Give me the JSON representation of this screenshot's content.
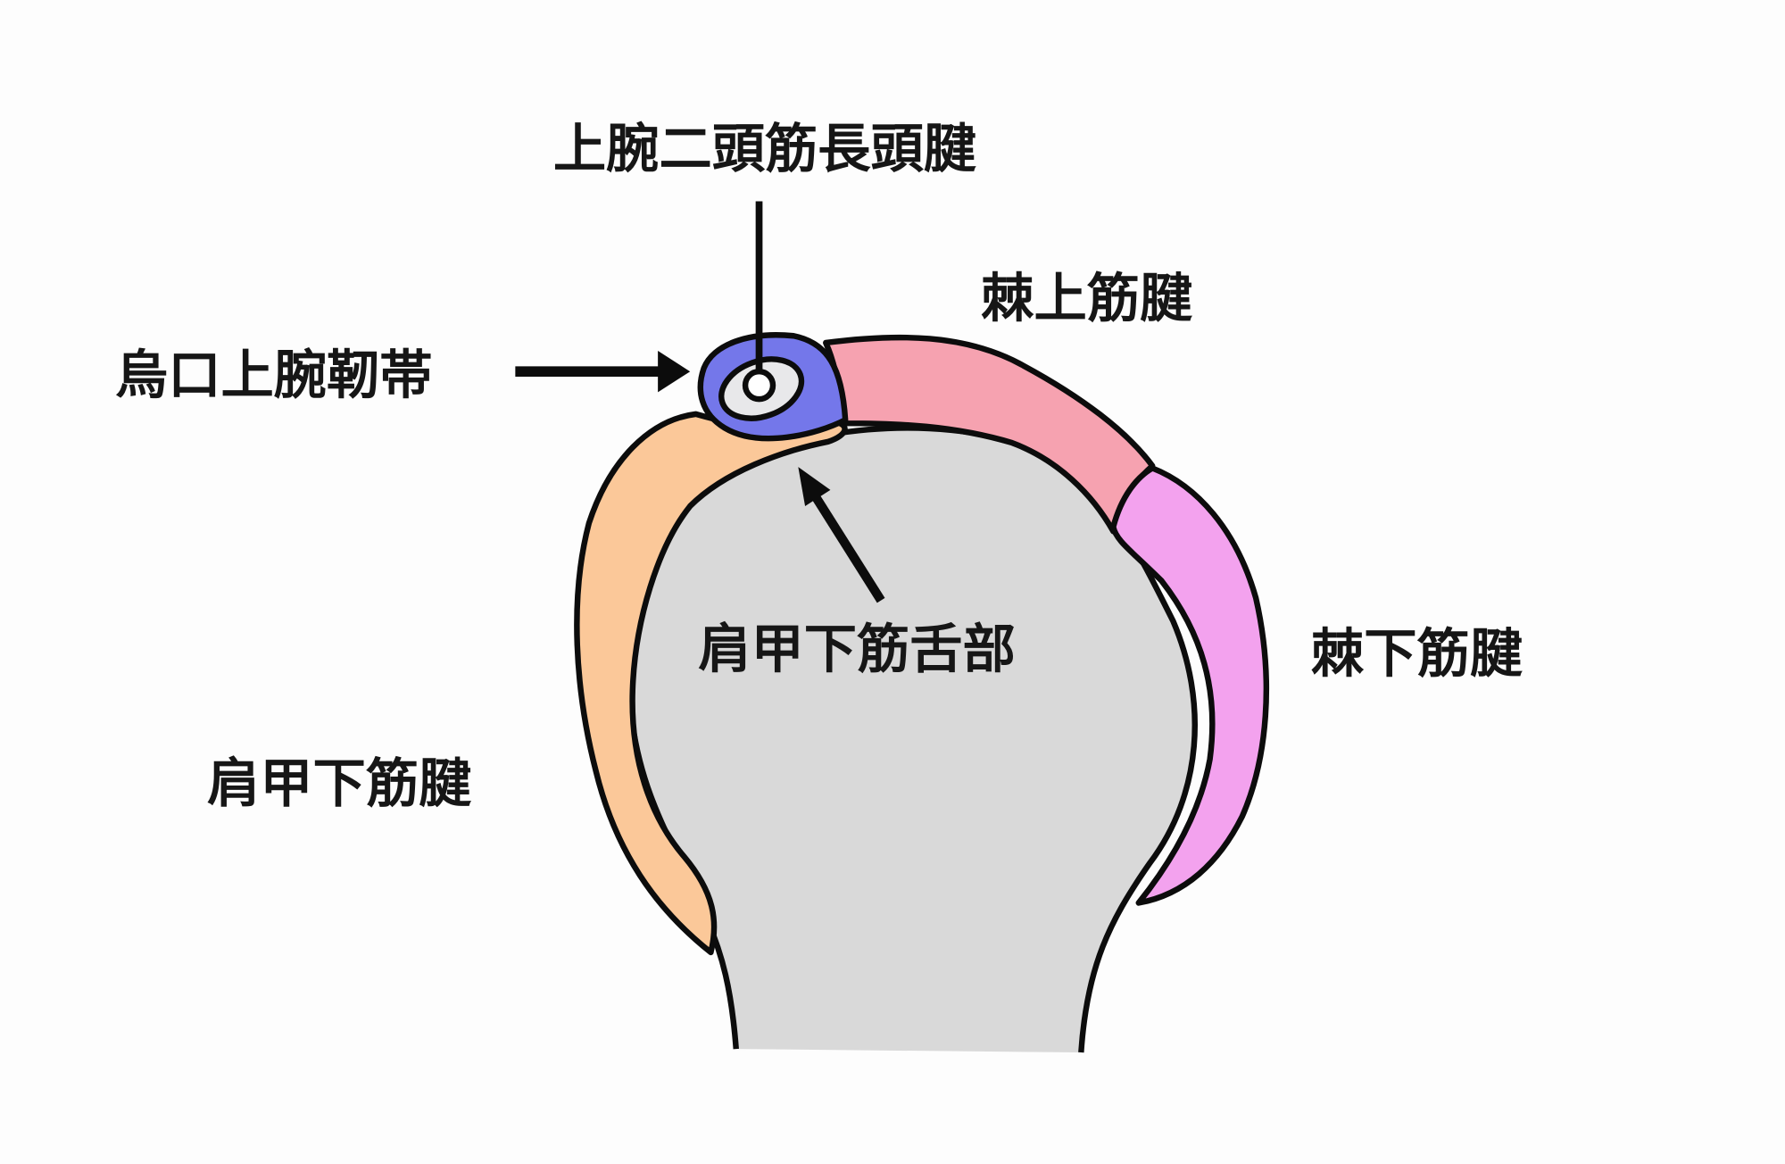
{
  "labels": {
    "biceps_long_head": "上腕二頭筋長頭腱",
    "supraspinatus": "棘上筋腱",
    "coracohumeral_ligament": "烏口上腕靭帯",
    "subscapularis_tongue": "肩甲下筋舌部",
    "infraspinatus": "棘下筋腱",
    "subscapularis": "肩甲下筋腱"
  },
  "colors": {
    "bone": "#d9d9d9",
    "subscapularis": "#fbc899",
    "supraspinatus": "#f6a2b0",
    "infraspinatus": "#f3a2ee",
    "ligament": "#7477ea",
    "tendon": "#e8e8ea"
  }
}
